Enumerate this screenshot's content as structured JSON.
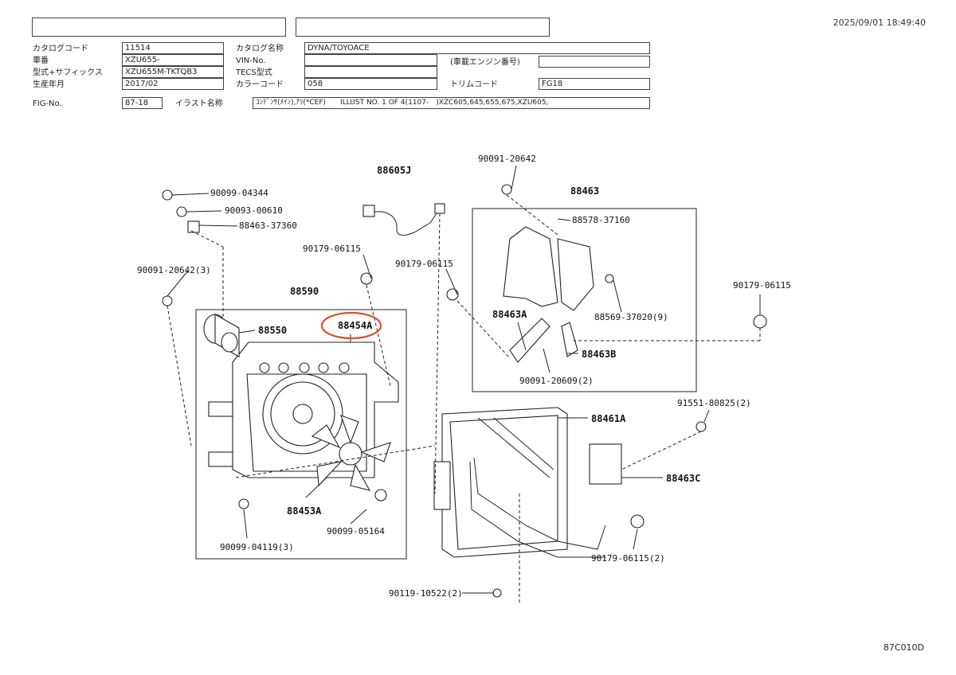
{
  "timestamp": "2025/09/01 18:49:40",
  "header": {
    "catalog_code_label": "カタログコード",
    "catalog_code": "11514",
    "catalog_name_label": "カタログ名称",
    "catalog_name": "DYNA/TOYOACE",
    "vehicle_no_label": "車番",
    "vehicle_no": "XZU655-",
    "vin_label": "VIN-No.",
    "vin": "",
    "engine_no_label": "(車載エンジン番号)",
    "engine_no": "",
    "model_label": "型式+サフィックス",
    "model": "XZU655M-TKTQB3",
    "tecs_label": "TECS型式",
    "tecs": "",
    "prod_label": "生産年月",
    "prod": "2017/02",
    "color_label": "カラーコード",
    "color": "058",
    "trim_label": "トリムコード",
    "trim": "FG18",
    "fig_label": "FIG-No.",
    "fig": "87-18",
    "illust_label": "イラスト名称",
    "illust": "ｺﾝﾃﾞﾝｻ(ﾒｲﾝ),ｱﾘ(*CEF)　　ILLUST NO. 1 OF 4(1107-　)XZC605,645,655,675,XZU605,"
  },
  "diagram": {
    "labels": [
      "90099-04344",
      "90093-00610",
      "88463-37360",
      "90091-20642(3)",
      "88605J",
      "90179-06115",
      "90179-06115",
      "88590",
      "88550",
      "88454A",
      "88453A",
      "90099-04119(3)",
      "90099-05164",
      "90091-20642",
      "88463",
      "88578-37160",
      "88569-37020(9)",
      "88463A",
      "90091-20609(2)",
      "88463B",
      "90179-06115",
      "91551-80825(2)",
      "88461A",
      "88463C",
      "90179-06115(2)",
      "90119-10522(2)"
    ],
    "highlight_color": "#e0502a"
  },
  "footer_code": "87C010D"
}
